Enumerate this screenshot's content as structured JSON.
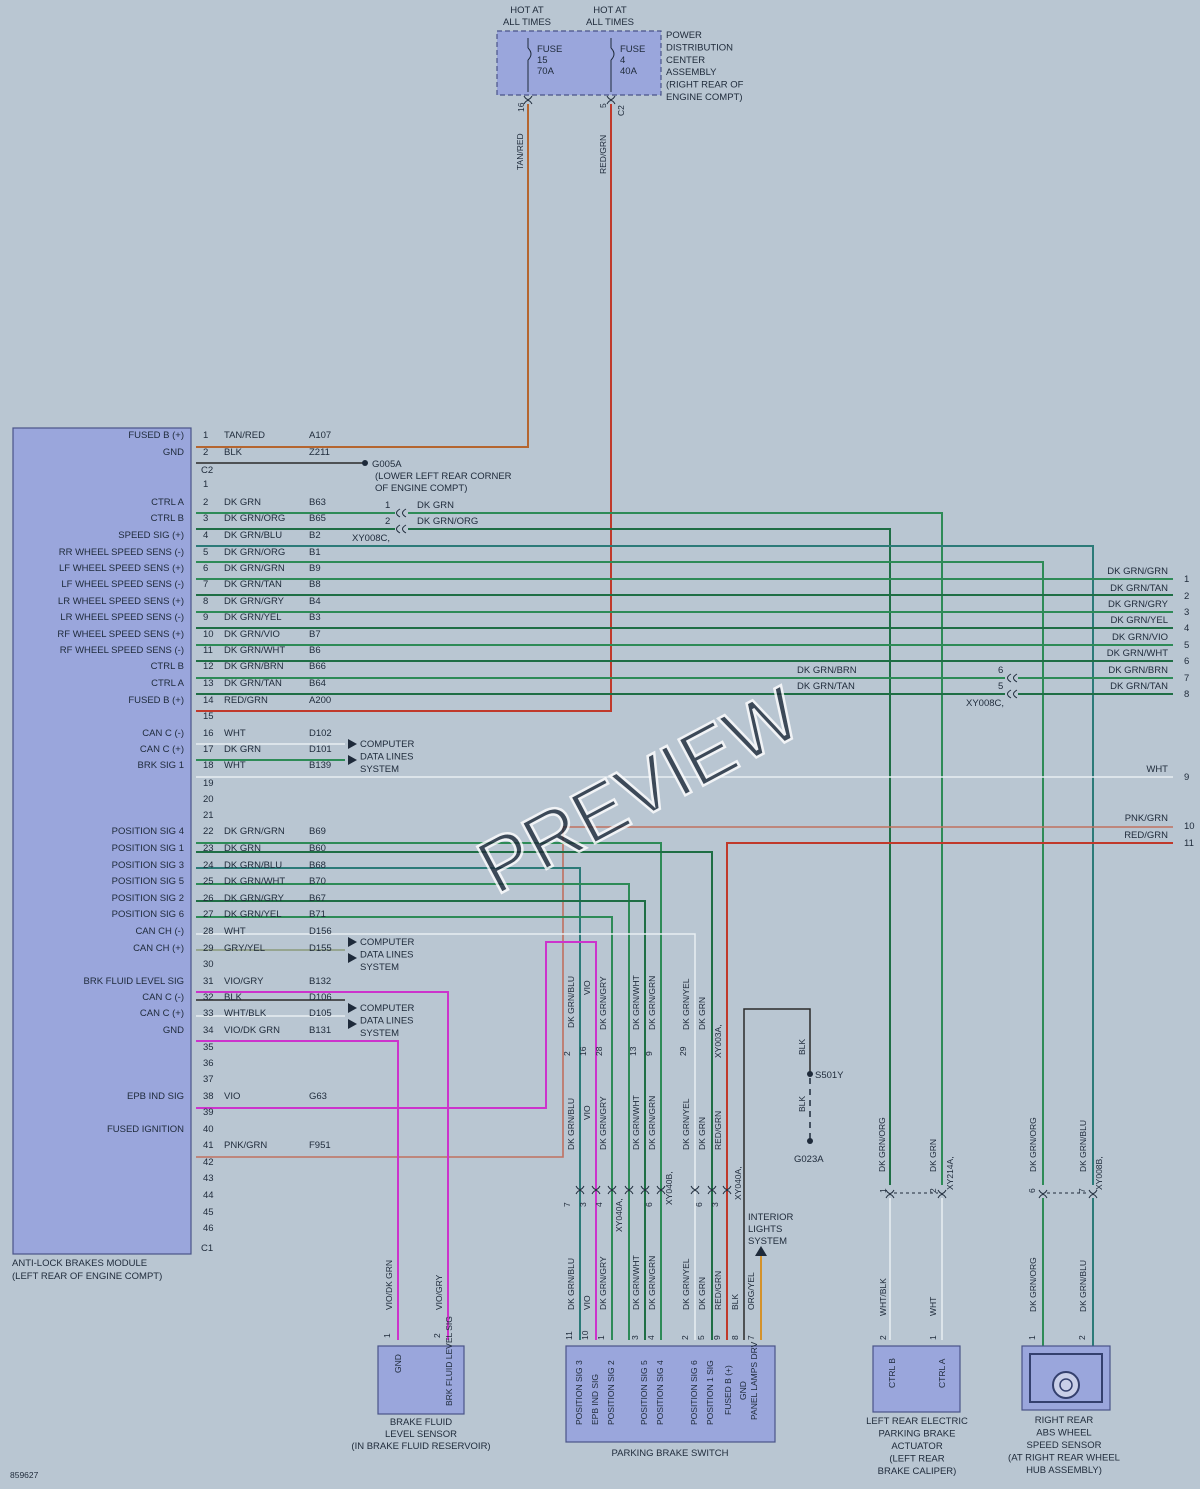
{
  "colors": {
    "background": "#b9c6d2",
    "module_fill": "#9aa6dc",
    "module_stroke": "#4a5488",
    "wire_green": "#2e8b57",
    "wire_green_dark": "#1f6e45",
    "wire_teal": "#2c7a78",
    "wire_red": "#c0392b",
    "wire_tan_red": "#b5652f",
    "wire_violet": "#cc33cc",
    "wire_white": "#e8eef2",
    "wire_black": "#2a2a2a",
    "wire_orange": "#d4922a",
    "wire_pink": "#c07060"
  },
  "watermark": "PREVIEW",
  "diagram_id": "859627",
  "pdc": {
    "hot1": "HOT AT",
    "hot1b": "ALL TIMES",
    "hot2": "HOT AT",
    "hot2b": "ALL TIMES",
    "fuse1": [
      "FUSE",
      "15",
      "70A"
    ],
    "fuse2": [
      "FUSE",
      "4",
      "40A"
    ],
    "name": [
      "POWER",
      "DISTRIBUTION",
      "CENTER",
      "ASSEMBLY",
      "(RIGHT REAR OF",
      "ENGINE COMPT)"
    ],
    "pin1": "16",
    "pin2": "5",
    "conn": "C2",
    "wire1": "TAN/RED",
    "wire2": "RED/GRN"
  },
  "abs": {
    "name": [
      "ANTI-LOCK BRAKES MODULE",
      "(LEFT REAR OF ENGINE COMPT)"
    ],
    "conn_c2": "C2",
    "conn_c1": "C1",
    "ground": {
      "name": "G005A",
      "desc": [
        "(LOWER LEFT REAR CORNER",
        "OF ENGINE COMPT)"
      ]
    },
    "pins": [
      {
        "n": "1",
        "func": "FUSED B (+)",
        "wire": "TAN/RED",
        "circ": "A107"
      },
      {
        "n": "2",
        "func": "GND",
        "wire": "BLK",
        "circ": "Z211"
      },
      {
        "n": "1",
        "func": "",
        "wire": "",
        "circ": ""
      },
      {
        "n": "2",
        "func": "CTRL A",
        "wire": "DK GRN",
        "circ": "B63"
      },
      {
        "n": "3",
        "func": "CTRL B",
        "wire": "DK GRN/ORG",
        "circ": "B65"
      },
      {
        "n": "4",
        "func": "SPEED SIG (+)",
        "wire": "DK GRN/BLU",
        "circ": "B2"
      },
      {
        "n": "5",
        "func": "RR WHEEL SPEED SENS (-)",
        "wire": "DK GRN/ORG",
        "circ": "B1"
      },
      {
        "n": "6",
        "func": "LF WHEEL SPEED SENS (+)",
        "wire": "DK GRN/GRN",
        "circ": "B9"
      },
      {
        "n": "7",
        "func": "LF WHEEL SPEED SENS (-)",
        "wire": "DK GRN/TAN",
        "circ": "B8"
      },
      {
        "n": "8",
        "func": "LR WHEEL SPEED SENS (+)",
        "wire": "DK GRN/GRY",
        "circ": "B4"
      },
      {
        "n": "9",
        "func": "LR WHEEL SPEED SENS (-)",
        "wire": "DK GRN/YEL",
        "circ": "B3"
      },
      {
        "n": "10",
        "func": "RF WHEEL SPEED SENS (+)",
        "wire": "DK GRN/VIO",
        "circ": "B7"
      },
      {
        "n": "11",
        "func": "RF WHEEL SPEED SENS (-)",
        "wire": "DK GRN/WHT",
        "circ": "B6"
      },
      {
        "n": "12",
        "func": "CTRL B",
        "wire": "DK GRN/BRN",
        "circ": "B66"
      },
      {
        "n": "13",
        "func": "CTRL A",
        "wire": "DK GRN/TAN",
        "circ": "B64"
      },
      {
        "n": "14",
        "func": "FUSED B (+)",
        "wire": "RED/GRN",
        "circ": "A200"
      },
      {
        "n": "15",
        "func": "",
        "wire": "",
        "circ": ""
      },
      {
        "n": "16",
        "func": "CAN C (-)",
        "wire": "WHT",
        "circ": "D102"
      },
      {
        "n": "17",
        "func": "CAN C (+)",
        "wire": "DK GRN",
        "circ": "D101"
      },
      {
        "n": "18",
        "func": "BRK SIG 1",
        "wire": "WHT",
        "circ": "B139"
      },
      {
        "n": "19",
        "func": "",
        "wire": "",
        "circ": ""
      },
      {
        "n": "20",
        "func": "",
        "wire": "",
        "circ": ""
      },
      {
        "n": "21",
        "func": "",
        "wire": "",
        "circ": ""
      },
      {
        "n": "22",
        "func": "POSITION SIG 4",
        "wire": "DK GRN/GRN",
        "circ": "B69"
      },
      {
        "n": "23",
        "func": "POSITION SIG 1",
        "wire": "DK GRN",
        "circ": "B60"
      },
      {
        "n": "24",
        "func": "POSITION SIG 3",
        "wire": "DK GRN/BLU",
        "circ": "B68"
      },
      {
        "n": "25",
        "func": "POSITION SIG 5",
        "wire": "DK GRN/WHT",
        "circ": "B70"
      },
      {
        "n": "26",
        "func": "POSITION SIG 2",
        "wire": "DK GRN/GRY",
        "circ": "B67"
      },
      {
        "n": "27",
        "func": "POSITION SIG 6",
        "wire": "DK GRN/YEL",
        "circ": "B71"
      },
      {
        "n": "28",
        "func": "CAN CH (-)",
        "wire": "WHT",
        "circ": "D156"
      },
      {
        "n": "29",
        "func": "CAN CH (+)",
        "wire": "GRY/YEL",
        "circ": "D155"
      },
      {
        "n": "30",
        "func": "",
        "wire": "",
        "circ": ""
      },
      {
        "n": "31",
        "func": "BRK FLUID LEVEL SIG",
        "wire": "VIO/GRY",
        "circ": "B132"
      },
      {
        "n": "32",
        "func": "CAN C (-)",
        "wire": "BLK",
        "circ": "D106"
      },
      {
        "n": "33",
        "func": "CAN C (+)",
        "wire": "WHT/BLK",
        "circ": "D105"
      },
      {
        "n": "34",
        "func": "GND",
        "wire": "VIO/DK GRN",
        "circ": "B131"
      },
      {
        "n": "35",
        "func": "",
        "wire": "",
        "circ": ""
      },
      {
        "n": "36",
        "func": "",
        "wire": "",
        "circ": ""
      },
      {
        "n": "37",
        "func": "",
        "wire": "",
        "circ": ""
      },
      {
        "n": "38",
        "func": "EPB IND SIG",
        "wire": "VIO",
        "circ": "G63"
      },
      {
        "n": "39",
        "func": "",
        "wire": "",
        "circ": ""
      },
      {
        "n": "40",
        "func": "FUSED IGNITION",
        "wire": "",
        "circ": ""
      },
      {
        "n": "41",
        "func": "",
        "wire": "PNK/GRN",
        "circ": "F951"
      },
      {
        "n": "42",
        "func": "",
        "wire": "",
        "circ": ""
      },
      {
        "n": "43",
        "func": "",
        "wire": "",
        "circ": ""
      },
      {
        "n": "44",
        "func": "",
        "wire": "",
        "circ": ""
      },
      {
        "n": "45",
        "func": "",
        "wire": "",
        "circ": ""
      },
      {
        "n": "46",
        "func": "",
        "wire": "",
        "circ": ""
      }
    ]
  },
  "cdl": [
    "COMPUTER",
    "DATA LINES",
    "SYSTEM"
  ],
  "xy008c": {
    "name": "XY008C",
    "left_pins": [
      "1",
      "2"
    ],
    "left_wires": [
      "DK GRN",
      "DK GRN/ORG"
    ],
    "right_pins": [
      "6",
      "5"
    ],
    "right_wires": [
      "DK GRN/BRN",
      "DK GRN/TAN"
    ]
  },
  "right_edge": [
    {
      "wire": "DK GRN/GRN",
      "n": "1"
    },
    {
      "wire": "DK GRN/TAN",
      "n": "2"
    },
    {
      "wire": "DK GRN/GRY",
      "n": "3"
    },
    {
      "wire": "DK GRN/YEL",
      "n": "4"
    },
    {
      "wire": "DK GRN/VIO",
      "n": "5"
    },
    {
      "wire": "DK GRN/WHT",
      "n": "6"
    },
    {
      "wire": "DK GRN/BRN",
      "n": "7"
    },
    {
      "wire": "DK GRN/TAN",
      "n": "8"
    },
    {
      "wire": "WHT",
      "n": "9"
    },
    {
      "wire": "PNK/GRN",
      "n": "10"
    },
    {
      "wire": "RED/GRN",
      "n": "11"
    }
  ],
  "splice": {
    "s501y": "S501Y",
    "g023a": "G023A",
    "blk": "BLK"
  },
  "xy003a": "XY003A",
  "xy040a": "XY040A",
  "xy040b": "XY040B",
  "xy214a": "XY214A",
  "xy008b": "XY008B",
  "interior": [
    "INTERIOR",
    "LIGHTS",
    "SYSTEM"
  ],
  "epb_top": {
    "pins": [
      "2",
      "16",
      "28",
      "13",
      "9",
      "29"
    ],
    "wires": [
      "DK GRN/BLU",
      "VIO",
      "DK GRN/GRY",
      "DK GRN/WHT",
      "DK GRN/GRN",
      "DK GRN/YEL",
      "DK GRN"
    ]
  },
  "epb_mid": {
    "pins": [
      "7",
      "3",
      "4",
      "6",
      "6",
      "3"
    ],
    "wires": [
      "DK GRN/BLU",
      "VIO",
      "DK GRN/GRY",
      "DK GRN/WHT",
      "DK GRN/GRN",
      "DK GRN/YEL",
      "DK GRN",
      "RED/GRN"
    ]
  },
  "epb_bot": {
    "wires": [
      "DK GRN/BLU",
      "VIO",
      "DK GRN/GRY",
      "DK GRN/WHT",
      "DK GRN/GRN",
      "DK GRN/YEL",
      "DK GRN",
      "RED/GRN",
      "BLK",
      "ORG/YEL"
    ],
    "pins": [
      "11",
      "10",
      "1",
      "3",
      "4",
      "2",
      "5",
      "9",
      "8",
      "7"
    ]
  },
  "bfls": {
    "wires": [
      "VIO/DK GRN",
      "VIO/GRY"
    ],
    "pins": [
      "1",
      "2"
    ],
    "funcs": [
      "GND",
      "BRK FLUID LEVEL SIG"
    ],
    "name": [
      "BRAKE FLUID",
      "LEVEL SENSOR",
      "(IN BRAKE FLUID RESERVOIR)"
    ]
  },
  "pbs": {
    "funcs": [
      "POSITION SIG 3",
      "EPB IND SIG",
      "POSITION SIG 2",
      "POSITION SIG 5",
      "POSITION SIG 4",
      "POSITION SIG 6",
      "POSITION 1 SIG",
      "FUSED B (+)",
      "GND",
      "PANEL LAMPS DRV"
    ],
    "name": "PARKING BRAKE SWITCH"
  },
  "actuator": {
    "top_wires": [
      "DK GRN/ORG",
      "DK GRN"
    ],
    "top_pins": [
      "1",
      "2"
    ],
    "bot_wires": [
      "WHT/BLK",
      "WHT"
    ],
    "bot_pins": [
      "2",
      "1"
    ],
    "funcs": [
      "CTRL B",
      "CTRL A"
    ],
    "name": [
      "LEFT REAR ELECTRIC",
      "PARKING BRAKE",
      "ACTUATOR",
      "(LEFT REAR",
      "BRAKE CALIPER)"
    ]
  },
  "wss": {
    "top_wires": [
      "DK GRN/ORG",
      "DK GRN/BLU"
    ],
    "top_pins": [
      "6",
      "7"
    ],
    "bot_wires": [
      "DK GRN/ORG",
      "DK GRN/BLU"
    ],
    "bot_pins": [
      "1",
      "2"
    ],
    "name": [
      "RIGHT REAR",
      "ABS WHEEL",
      "SPEED SENSOR",
      "(AT RIGHT REAR WHEEL",
      "HUB ASSEMBLY)"
    ]
  }
}
